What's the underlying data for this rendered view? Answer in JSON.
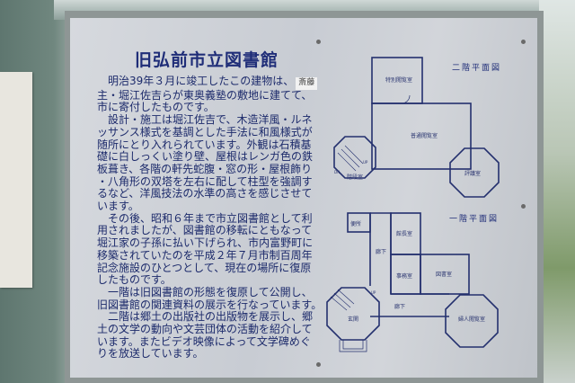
{
  "sign": {
    "title": "旧弘前市立図書館",
    "stamp": "斎藤",
    "lines": [
      "　明治39年３月に竣工したこの建物は、",
      "主・堀江佐吉らが東奥義塾の敷地に建てて、",
      "市に寄付したものです。",
      "　設計・施工は堀江佐吉で、木造洋風・ルネ",
      "ッサンス様式を基調とした手法に和風様式が",
      "随所にとり入れられています。外観は石積基",
      "礎に白しっくい塗り壁、屋根はレンガ色の鉄",
      "板葺き、各階の軒先蛇腹・窓の形・屋根飾り",
      "・八角形の双塔を左右に配して柱型を強調す",
      "るなど、洋風技法の水準の高さを感じさせて",
      "います。",
      "　その後、昭和６年まで市立図書館として利",
      "用されましたが、図書館の移転にともなって",
      "堀江家の子孫に払い下げられ、市内富野町に",
      "移築されていたのを平成２年７月市制百周年",
      "記念施設のひとつとして、現在の場所に復原",
      "したものです。",
      "　一階は旧図書館の形態を復原して公開し、",
      "旧図書館の関連資料の展示を行なっています。",
      "　二階は郷土の出版社の出版物を展示し、郷",
      "土の文学の動向や文芸団体の活動を紹介して",
      "います。またビデオ映像によって文学碑めぐ",
      "りを放送しています。"
    ]
  },
  "floor2": {
    "title": "二階平面図",
    "rooms": [
      "特別閲覧室",
      "普通閲覧室",
      "階段室",
      "評議室"
    ],
    "marks": [
      "UP",
      "DN"
    ]
  },
  "floor1": {
    "title": "一階平面図",
    "rooms": [
      "便所",
      "館長室",
      "廊下",
      "事務室",
      "図書室",
      "廊下",
      "玄関",
      "婦人閲覧室"
    ],
    "marks": [
      "UP"
    ]
  },
  "colors": {
    "text": "#1c2a6b",
    "panel": "#cfd2d8",
    "wall": "#6f8580"
  }
}
